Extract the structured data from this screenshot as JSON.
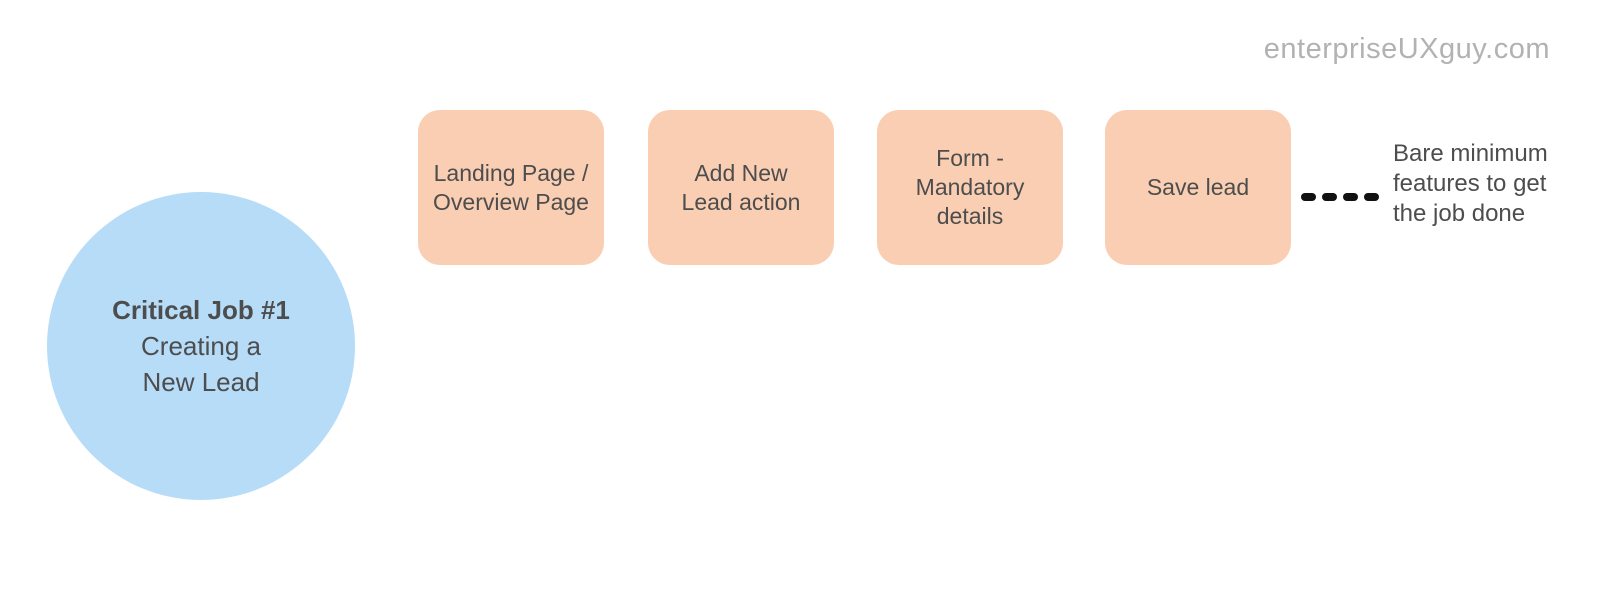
{
  "watermark": "enterpriseUXguy.com",
  "colors": {
    "background": "#ffffff",
    "circle": "#b6dcf8",
    "box": "#f9ceb3",
    "text": "#4d4d4d",
    "watermark": "#b2b2b2",
    "dash": "#111111"
  },
  "job_circle": {
    "title": "Critical Job #1",
    "line2": "Creating a",
    "line3": "New Lead"
  },
  "steps": [
    {
      "lines": [
        "Landing Page /",
        "Overview Page"
      ]
    },
    {
      "lines": [
        "Add New",
        "Lead action"
      ]
    },
    {
      "lines": [
        "Form -",
        "Mandatory",
        "details"
      ]
    },
    {
      "lines": [
        "Save lead"
      ]
    }
  ],
  "annotation": {
    "line1": "Bare minimum",
    "line2": "features to get",
    "line3": "the job done"
  }
}
